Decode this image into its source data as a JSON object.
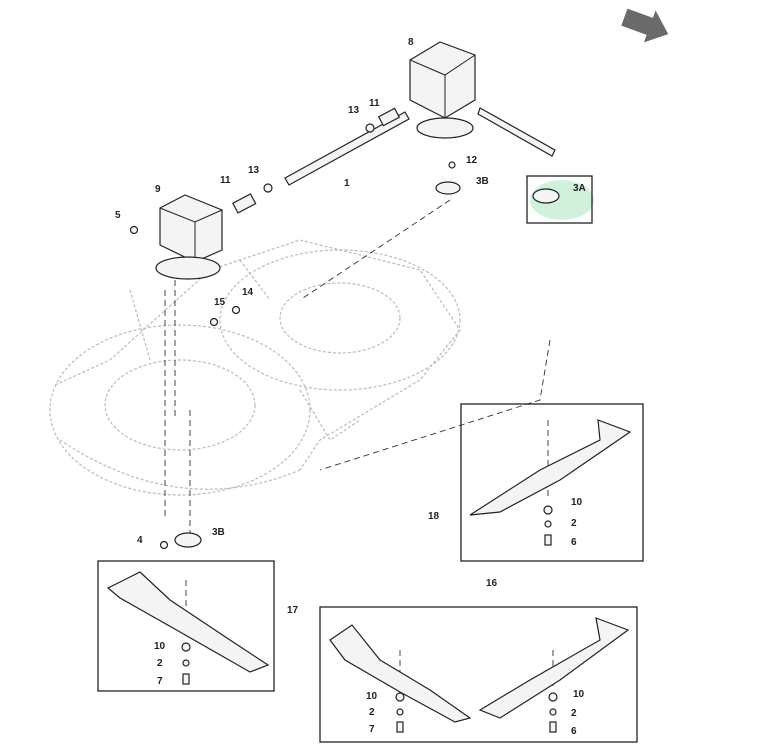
{
  "diagram": {
    "nav_arrow_icon": "arrow-down-right",
    "highlight_color": "#7fd69a",
    "callouts": {
      "shaft": "1",
      "gearbox_right": "8",
      "gearbox_left": "9",
      "spacer_right": "11",
      "ring_right": "13",
      "spacer_left": "11",
      "ring_left": "13",
      "bolt_12": "12",
      "hub_right": "3B",
      "hub_highlight": "3A",
      "bolt_5": "5",
      "bolt_14": "14",
      "bolt_15": "15",
      "bolt_4": "4",
      "hub_left": "3B",
      "blade_18": "18",
      "blade_18_washer": "10",
      "blade_18_lockwasher": "2",
      "blade_18_bolt": "6",
      "blade_17": "17",
      "blade_17_washer": "10",
      "blade_17_lockwasher": "2",
      "blade_17_bolt": "7",
      "blade_16": "16",
      "blade_16_left_washer": "10",
      "blade_16_left_lockwasher": "2",
      "blade_16_left_bolt": "7",
      "blade_16_right_washer": "10",
      "blade_16_right_lockwasher": "2",
      "blade_16_right_bolt": "6"
    }
  }
}
